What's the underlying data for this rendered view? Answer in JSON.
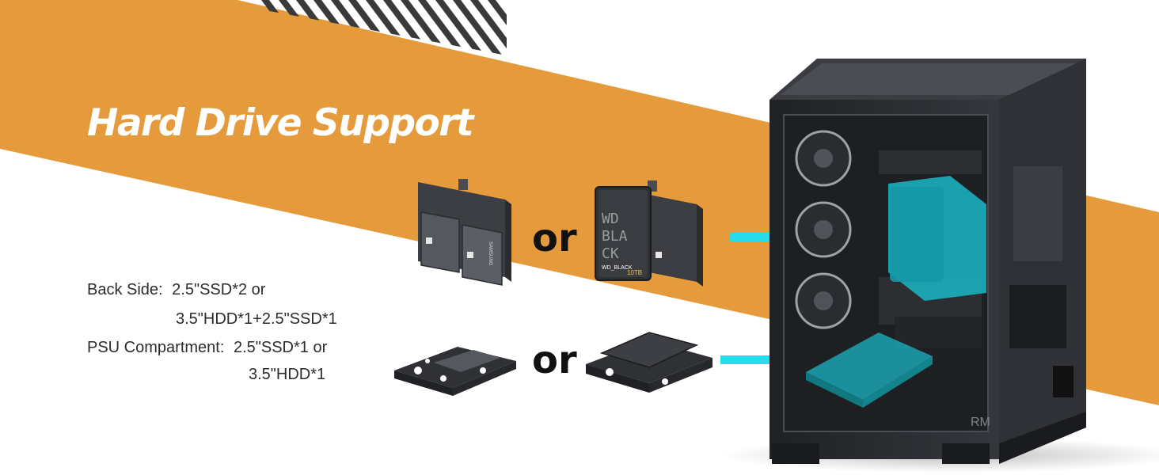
{
  "headline": "Hard Drive Support",
  "specs": {
    "back_side_label": "Back Side:",
    "back_side_line1": "2.5\"SSD*2 or",
    "back_side_line2": "3.5\"HDD*1+2.5\"SSD*1",
    "psu_label": "PSU Compartment:",
    "psu_line1": "2.5\"SSD*1 or",
    "psu_line2": "3.5\"HDD*1"
  },
  "or_top": "or",
  "or_bottom": "or",
  "drive_texts": {
    "ssd_brand": "SAMSUNG",
    "hdd_line1": "WD",
    "hdd_line2": "BLA",
    "hdd_line3": "CK",
    "hdd_model": "WD_BLACK",
    "hdd_capacity": "10TB"
  },
  "case_badge": "RM",
  "colors": {
    "band": "#E59B3C",
    "stripes": "#3a3a3a",
    "arrow": "#27DCEB",
    "case_dark": "#2b2d31",
    "highlight_drive": "#1bb7c6"
  }
}
